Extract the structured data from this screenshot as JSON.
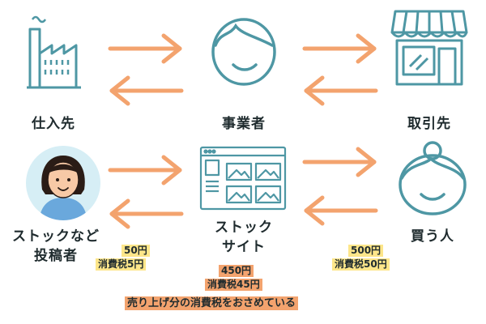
{
  "nodes": {
    "supplier": "仕入先",
    "business": "事業者",
    "client": "取引先",
    "contributor": "ストックなど",
    "contributor2": "投稿者",
    "stock_site": "ストック",
    "stock_site2": "サイト",
    "buyer": "買う人"
  },
  "notes": {
    "left_price": "50円",
    "left_tax": "消費税5円",
    "right_price": "500円",
    "right_tax": "消費税50円",
    "center_price": "450円",
    "center_tax": "消費税45円",
    "center_note": "売り上げ分の消費税をおさめている"
  },
  "colors": {
    "teal": "#4e97a4",
    "arrow": "#f3a36e",
    "highlight_yellow": "#fde68a",
    "highlight_orange": "#f3a36e"
  }
}
